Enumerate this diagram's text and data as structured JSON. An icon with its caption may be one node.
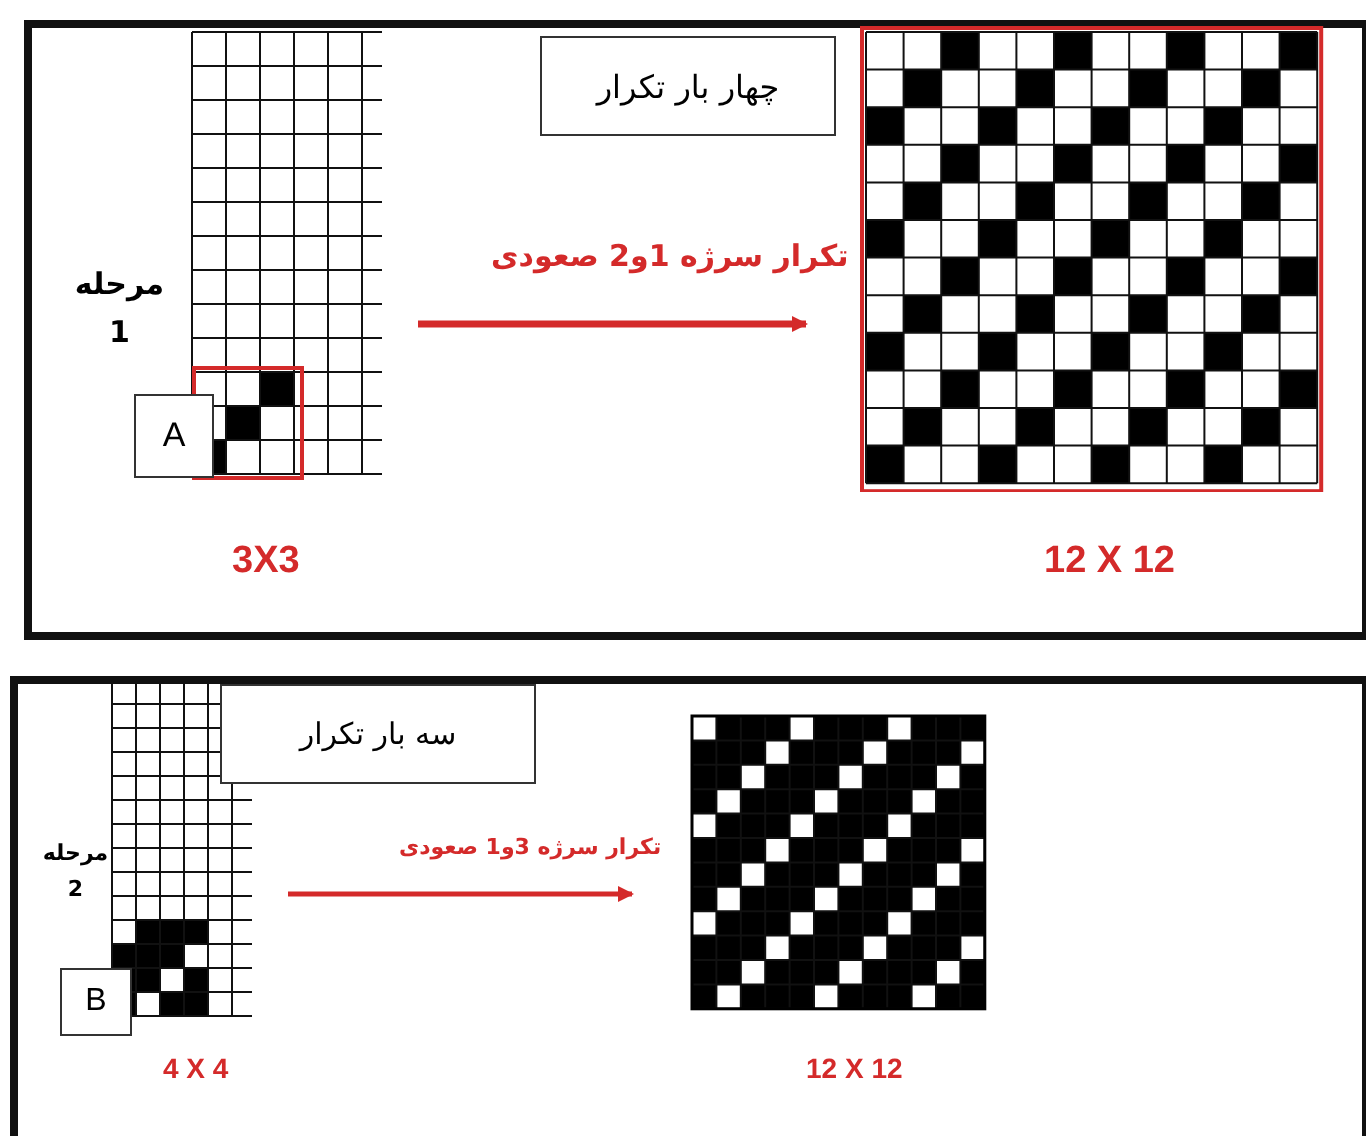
{
  "diagram": {
    "nodes": [
      {
        "text": [],
        "shape": "picture",
        "beside": [
          "3X3"
        ]
      },
      {
        "text": [
          "A"
        ]
      },
      {
        "text": [
          "چهار بار تکرار"
        ]
      },
      {
        "text": [],
        "shape": "picture",
        "beside": [
          "12 X 12"
        ]
      },
      {
        "text": [],
        "shape": "picture",
        "beside": [
          "4 X 4"
        ]
      },
      {
        "text": [
          "B"
        ]
      },
      {
        "text": [
          "سه بار تکرار"
        ]
      },
      {
        "text": [],
        "shape": "picture",
        "beside": [
          "12 X 12"
        ]
      }
    ],
    "edges": [
      {
        "from": 0,
        "to": 3,
        "arrow": "to",
        "label": "تکرار سرژه 1و2 صعودی"
      },
      {
        "from": 4,
        "to": 7,
        "arrow": "to",
        "label": "تکرار سرژه 3و1 صعودی"
      }
    ],
    "labels": [
      "مرحله 1",
      "مرحله 2"
    ]
  }
}
